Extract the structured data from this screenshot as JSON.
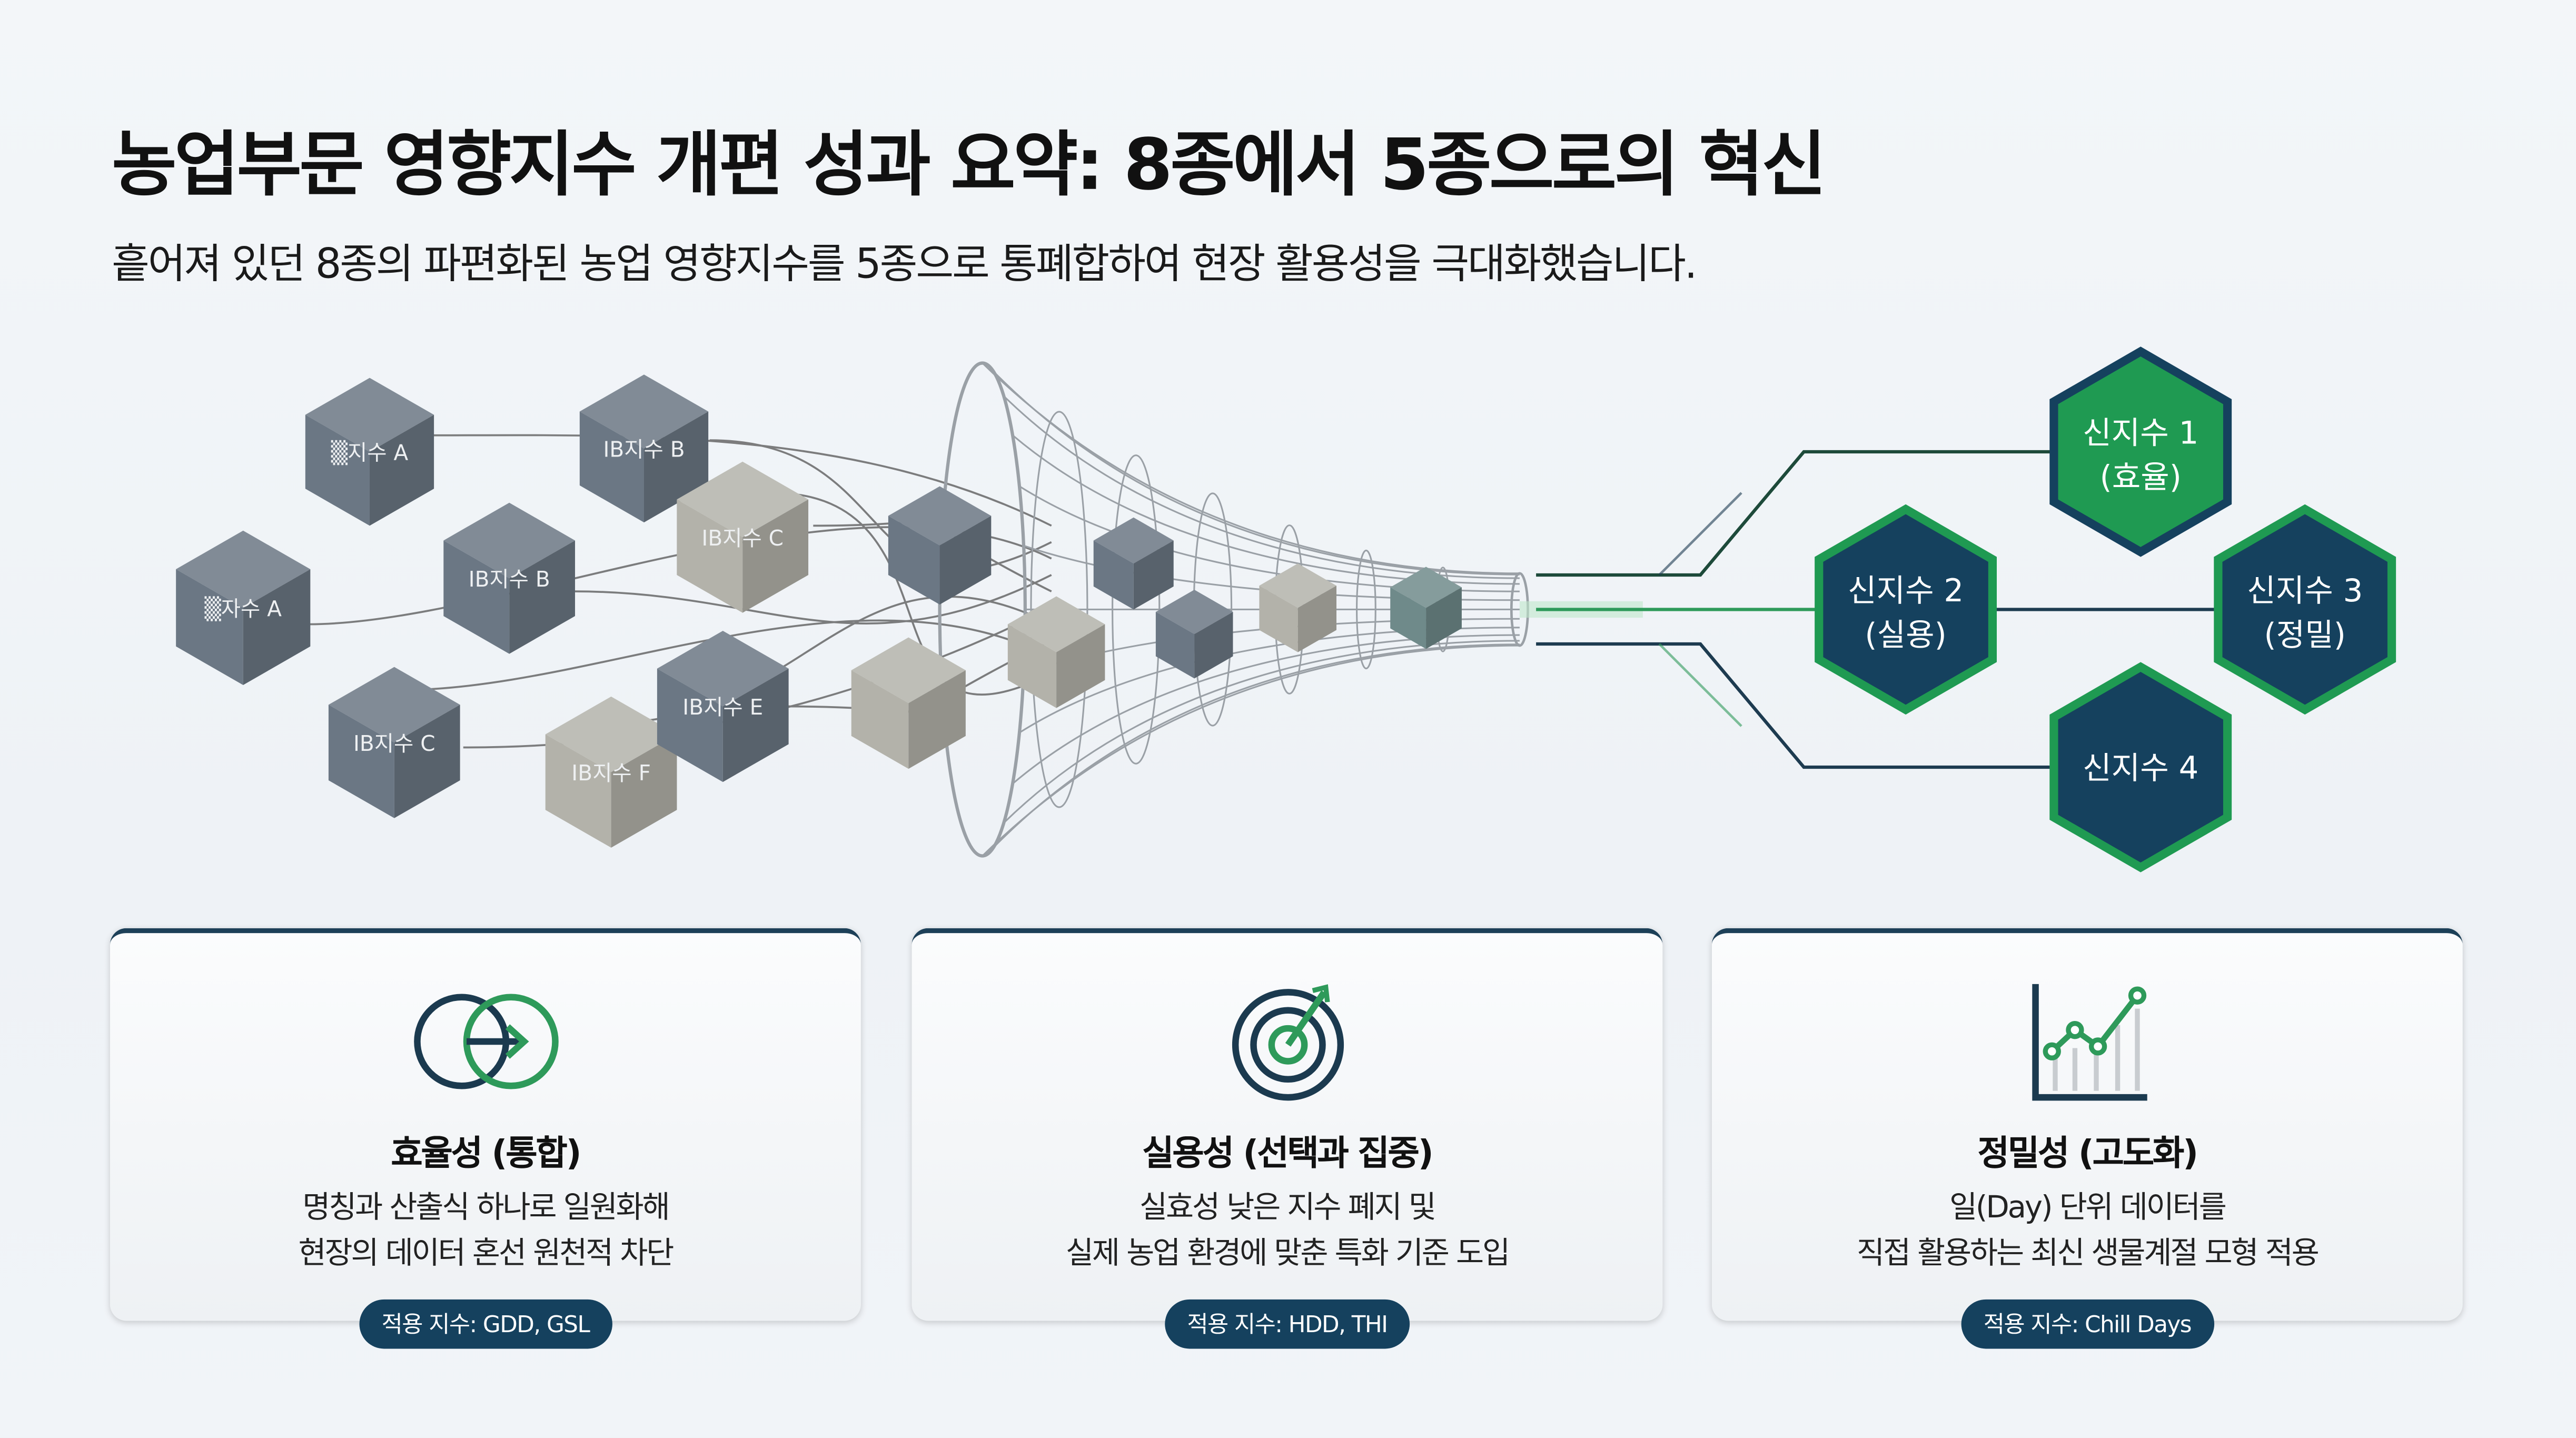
{
  "header": {
    "title": "농업부문 영향지수 개편 성과 요약: 8종에서 5종으로의 혁신",
    "subtitle": "흩어져 있던 8종의 파편화된 농업 영향지수를 5종으로 통폐합하여 현장 활용성을 극대화했습니다."
  },
  "old_indices": [
    {
      "label": "▒지수 A",
      "tone": "dark"
    },
    {
      "label": "IB지수 B",
      "tone": "dark"
    },
    {
      "label": "▒자수 A",
      "tone": "dark"
    },
    {
      "label": "IB지수 B",
      "tone": "dark"
    },
    {
      "label": "IB지수 C",
      "tone": "light"
    },
    {
      "label": "IB지수 C",
      "tone": "dark"
    },
    {
      "label": "IB지수 F",
      "tone": "light"
    },
    {
      "label": "IB지수 E",
      "tone": "dark"
    }
  ],
  "new_indices": [
    {
      "line1": "신지수 1",
      "line2": "(효율)",
      "fill": "#1f9a52"
    },
    {
      "line1": "신지수 2",
      "line2": "(실용)",
      "fill": "#15415e"
    },
    {
      "line1": "신지수 3",
      "line2": "(정밀)",
      "fill": "#15415e"
    },
    {
      "line1": "신지수 4",
      "line2": "",
      "fill": "#15415e"
    }
  ],
  "colors": {
    "navy": "#15415e",
    "green": "#1f9a52",
    "cube_dark": "#6b7784",
    "cube_light": "#b3b2aa"
  },
  "cards": [
    {
      "icon": "merge-circles-icon",
      "title": "효율성 (통합)",
      "desc1": "명칭과 산출식 하나로 일원화해",
      "desc2": "현장의 데이터 혼선 원천적 차단",
      "badge": "적용 지수: GDD, GSL"
    },
    {
      "icon": "target-icon",
      "title": "실용성 (선택과 집중)",
      "desc1": "실효성 낮은 지수 폐지 및",
      "desc2": "실제 농업 환경에 맞춘 특화 기준 도입",
      "badge": "적용 지수: HDD, THI"
    },
    {
      "icon": "line-chart-icon",
      "title": "정밀성 (고도화)",
      "desc1": "일(Day) 단위 데이터를",
      "desc2": "직접 활용하는 최신 생물계절 모형 적용",
      "badge": "적용 지수: Chill Days"
    }
  ]
}
